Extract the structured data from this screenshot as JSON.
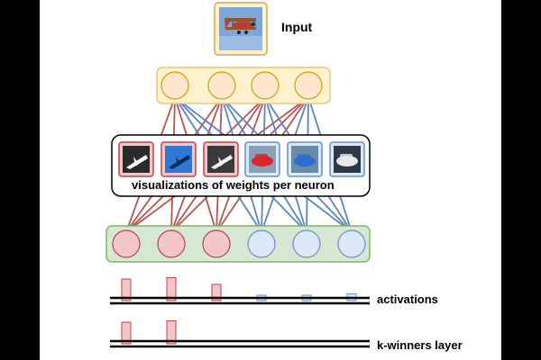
{
  "input": {
    "label": "Input",
    "image": "airplane-image"
  },
  "weights_box": {
    "caption": "visualizations of weights per neuron",
    "thumbnails": [
      {
        "name": "jet-thumbnail",
        "group": "red"
      },
      {
        "name": "plane-thumbnail",
        "group": "red"
      },
      {
        "name": "fighter-jet-thumbnail",
        "group": "red"
      },
      {
        "name": "red-car-thumbnail",
        "group": "blue"
      },
      {
        "name": "blue-car-thumbnail",
        "group": "blue"
      },
      {
        "name": "truck-thumbnail",
        "group": "blue"
      }
    ]
  },
  "layers": {
    "input_neurons": 4,
    "hidden_neurons": [
      {
        "group": "red"
      },
      {
        "group": "red"
      },
      {
        "group": "red"
      },
      {
        "group": "blue"
      },
      {
        "group": "blue"
      },
      {
        "group": "blue"
      }
    ]
  },
  "activations": {
    "label": "activations",
    "values": [
      0.8,
      0.85,
      0.6,
      0.1,
      0.2,
      0.25
    ]
  },
  "kwinners": {
    "label": "k-winners layer",
    "values": [
      0.8,
      0.85,
      0,
      0,
      0,
      0
    ]
  },
  "colors": {
    "red": "#f4c7c7",
    "red_stroke": "#c0404a",
    "blue": "#dae8f8",
    "blue_stroke": "#6c8ebf",
    "yellow_box": "#fff2cc",
    "yellow_stroke": "#e8c87a",
    "green_box": "#d5e8d4",
    "green_stroke": "#82b366",
    "edge_red": "#b85450",
    "edge_blue": "#5b84c4"
  }
}
